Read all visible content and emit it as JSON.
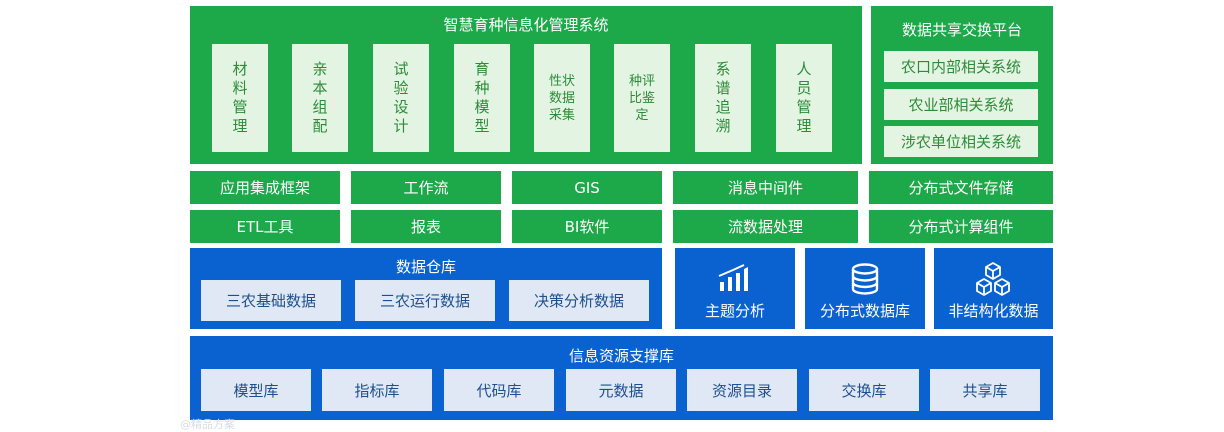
{
  "top_system": {
    "title": "智慧育种信息化管理系统",
    "modules": [
      "材料管理",
      "亲本组配",
      "试验设计",
      "育种模型",
      "性状数据采集",
      "种评比鉴定",
      "系谱追溯",
      "人员管理"
    ]
  },
  "platform": {
    "title": "数据共享交换平台",
    "items": [
      "农口内部相关系统",
      "农业部相关系统",
      "涉农单位相关系统"
    ]
  },
  "middleware": {
    "row1": [
      "应用集成框架",
      "工作流",
      "GIS",
      "消息中间件",
      "分布式文件存储"
    ],
    "row2": [
      "ETL工具",
      "报表",
      "BI软件",
      "流数据处理",
      "分布式计算组件"
    ]
  },
  "warehouse": {
    "title": "数据仓库",
    "items": [
      "三农基础数据",
      "三农运行数据",
      "决策分析数据"
    ]
  },
  "analysis": [
    {
      "label": "主题分析",
      "icon": "bar-chart-icon"
    },
    {
      "label": "分布式数据库",
      "icon": "database-icon"
    },
    {
      "label": "非结构化数据",
      "icon": "cubes-icon"
    }
  ],
  "resource": {
    "title": "信息资源支撑库",
    "items": [
      "模型库",
      "指标库",
      "代码库",
      "元数据",
      "资源目录",
      "交换库",
      "共享库"
    ]
  },
  "watermark": "@精品方案"
}
